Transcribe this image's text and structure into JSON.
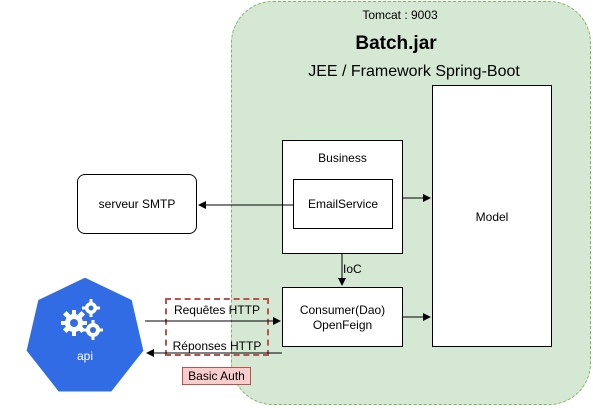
{
  "tomcat_label": "Tomcat : 9003",
  "batch_title": "Batch.jar",
  "framework_label": "JEE / Framework Spring-Boot",
  "business_label": "Business",
  "email_service_label": "EmailService",
  "model_label": "Model",
  "smtp_label": "serveur SMTP",
  "ioc_label": "IoC",
  "consumer_line1": "Consumer(Dao)",
  "consumer_line2": "OpenFeign",
  "requests_label": "Requêtes HTTP",
  "responses_label": "Réponses HTTP",
  "basic_auth_label": "Basic Auth",
  "api_label": "api",
  "colors": {
    "container_fill": "#d5e8d4",
    "container_border": "#82b366",
    "api_blue": "#326ce5",
    "auth_red": "#b85450",
    "auth_fill": "#f8cecc"
  },
  "icons": {
    "api": "kubernetes-api-icon"
  }
}
